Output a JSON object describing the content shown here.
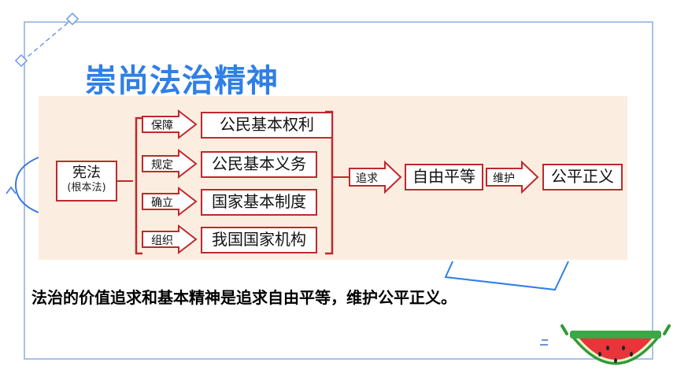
{
  "slide": {
    "title": "崇尚法治精神",
    "caption": "法治的价值追求和基本精神是追求自由平等，维护公平正义。"
  },
  "diagram": {
    "source": {
      "label": "宪法",
      "sublabel": "(根本法)"
    },
    "branches": [
      {
        "verb": "保障",
        "target": "公民基本权利"
      },
      {
        "verb": "规定",
        "target": "公民基本义务"
      },
      {
        "verb": "确立",
        "target": "国家基本制度"
      },
      {
        "verb": "组织",
        "target": "我国国家机构"
      }
    ],
    "chain": [
      {
        "verb": "追求",
        "target": "自由平等"
      },
      {
        "verb": "维护",
        "target": "公平正义"
      }
    ]
  },
  "colors": {
    "title": "#2f7fe6",
    "frame": "#a9c0ec",
    "panel": "#fbeee0",
    "accent": "#c0282d"
  }
}
